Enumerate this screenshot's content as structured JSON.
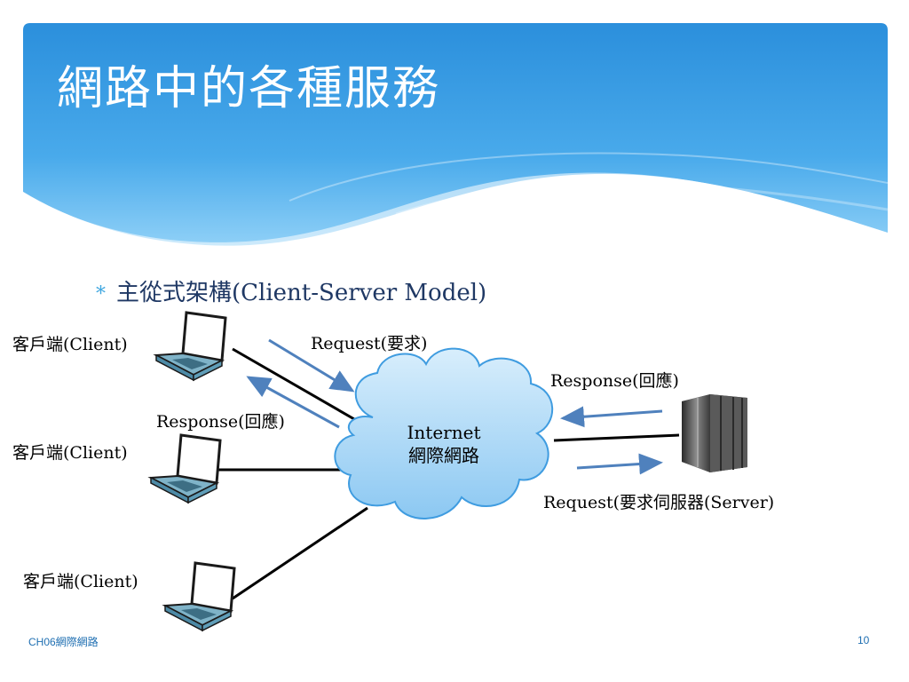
{
  "title": "網路中的各種服務",
  "bullet": {
    "marker": "*",
    "text": "主從式架構(Client-Server Model)"
  },
  "diagram": {
    "clients": [
      {
        "label": "客戶端(Client)"
      },
      {
        "label": "客戶端(Client)"
      },
      {
        "label": "客戶端(Client)"
      }
    ],
    "cloud": {
      "line1": "Internet",
      "line2": "網際網路"
    },
    "client_request_label": "Request(要求)",
    "client_response_label": "Response(回應)",
    "server_response_label": "Response(回應)",
    "server_request_label": "Request(要求伺服器(Server)"
  },
  "footer": {
    "chapter": "CH06網際網路",
    "page": "10"
  },
  "colors": {
    "header_blue": "#2f97de",
    "arrow_blue": "#4f81bd",
    "cloud_fill": "#a9d6f5",
    "cloud_stroke": "#3f9ce0"
  }
}
